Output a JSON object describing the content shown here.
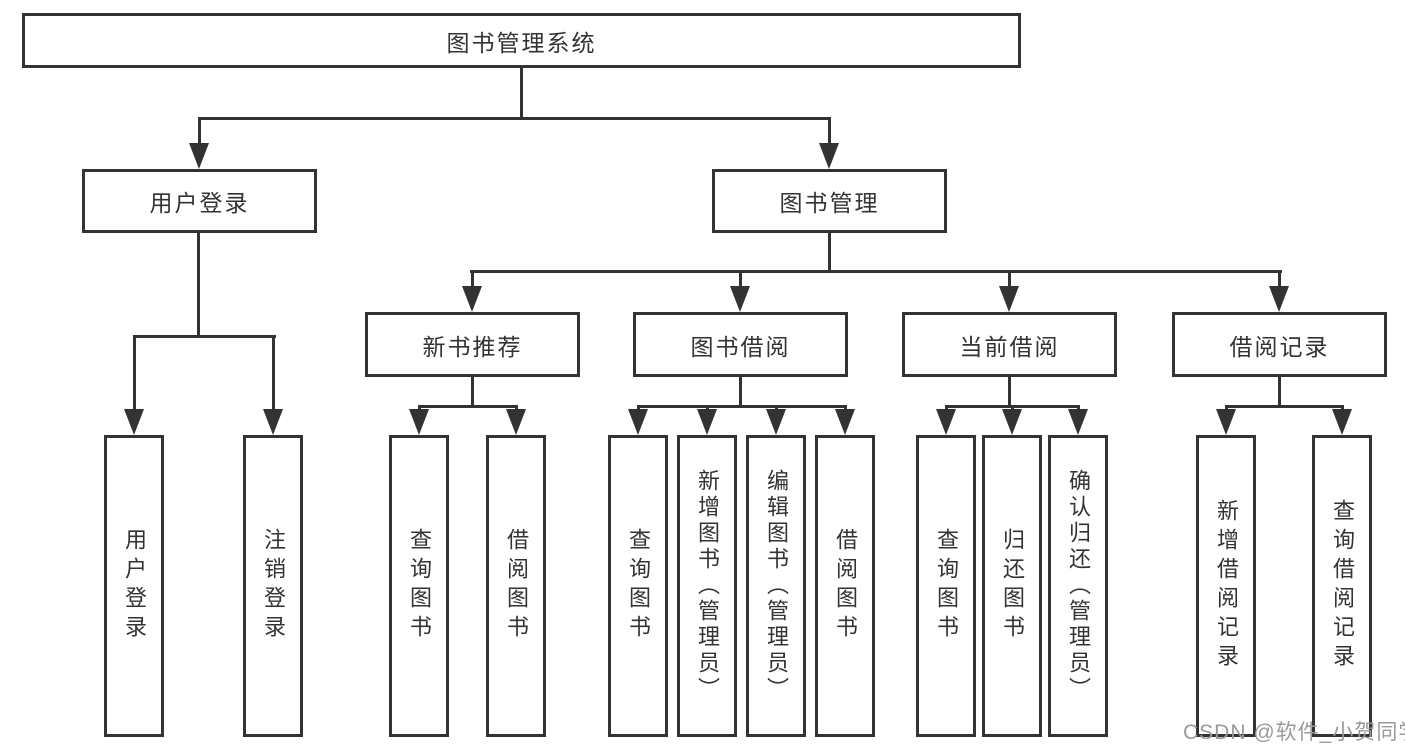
{
  "diagram_title": "图书管理系统",
  "nodes": {
    "root": "图书管理系统",
    "userLogin": "用户登录",
    "bookMgmt": "图书管理",
    "newBookRec": "新书推荐",
    "bookBorrow": "图书借阅",
    "currentBorrow": "当前借阅",
    "borrowRecords": "借阅记录",
    "ulLogin": "用户登录",
    "ulLogout": "注销登录",
    "nbQuery": "查询图书",
    "nbBorrow": "借阅图书",
    "bbQuery": "查询图书",
    "bbAdd": "新增图书（管理员）",
    "bbEdit": "编辑图书（管理员）",
    "bbBorrow": "借阅图书",
    "cbQuery": "查询图书",
    "cbReturn": "归还图书",
    "cbConfirm": "确认归还（管理员）",
    "brAdd": "新增借阅记录",
    "brQuery": "查询借阅记录"
  },
  "structure": {
    "图书管理系统": [
      "用户登录",
      "图书管理"
    ],
    "用户登录": [
      "用户登录",
      "注销登录"
    ],
    "图书管理": [
      "新书推荐",
      "图书借阅",
      "当前借阅",
      "借阅记录"
    ],
    "新书推荐": [
      "查询图书",
      "借阅图书"
    ],
    "图书借阅": [
      "查询图书",
      "新增图书（管理员）",
      "编辑图书（管理员）",
      "借阅图书"
    ],
    "当前借阅": [
      "查询图书",
      "归还图书",
      "确认归还（管理员）"
    ],
    "借阅记录": [
      "新增借阅记录",
      "查询借阅记录"
    ]
  },
  "colors": {
    "line": "#333333",
    "text": "#333333",
    "background": "#ffffff",
    "watermark": "#9a9a9a"
  },
  "watermark": "CSDN @软件_小贺同学"
}
